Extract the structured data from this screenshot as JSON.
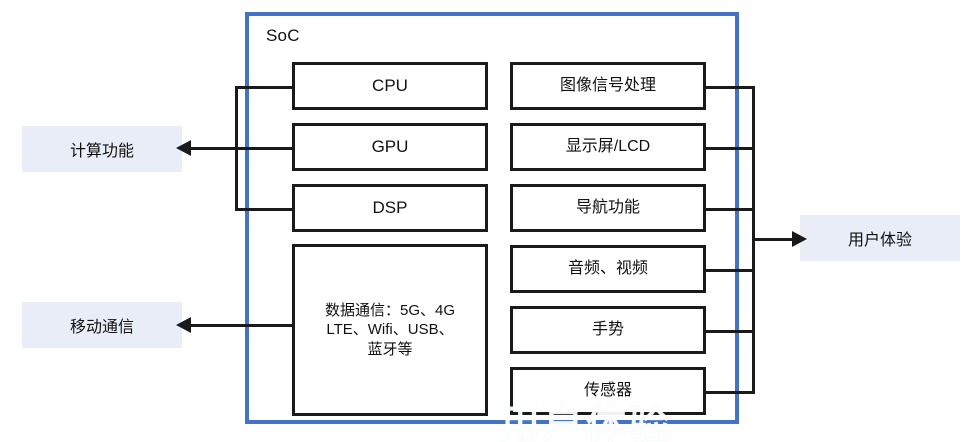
{
  "diagram": {
    "title": "SoC",
    "soc_label": "SoC",
    "accent_color": "#4472C4",
    "label_bg_color": "#E8EDF7",
    "line_color": "#1a1a1a",
    "compute_modules": [
      {
        "label": "CPU",
        "type": "latin"
      },
      {
        "label": "GPU",
        "type": "latin"
      },
      {
        "label": "DSP",
        "type": "latin"
      }
    ],
    "comms_module": {
      "lines": [
        "数据通信：5G、4G",
        "LTE、Wifi、USB、",
        "蓝牙等"
      ],
      "label": "数据通信：5G、4G LTE、Wifi、USB、蓝牙等"
    },
    "experience_modules": [
      {
        "label": "图像信号处理"
      },
      {
        "label": "显示屏/LCD"
      },
      {
        "label": "导航功能"
      },
      {
        "label": "音频、视频"
      },
      {
        "label": "手势"
      },
      {
        "label": "传感器"
      }
    ],
    "outputs": {
      "left_top": "计算功能",
      "left_bottom": "移动通信",
      "right": "用户体验"
    },
    "watermark": "用户体验"
  }
}
